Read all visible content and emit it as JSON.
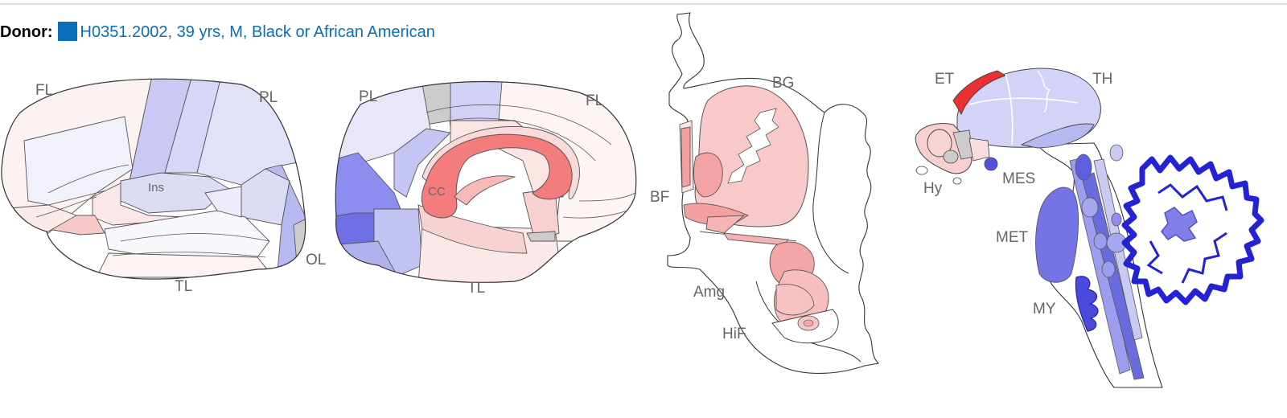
{
  "donor": {
    "label": "Donor:",
    "swatch_color": "#0a6fb8",
    "value": "H0351.2002, 39 yrs, M, Black or African American"
  },
  "views": {
    "lateral": {
      "labels": {
        "fl": "FL",
        "pl": "PL",
        "ins": "Ins",
        "ol": "OL",
        "tl": "TL"
      }
    },
    "medial": {
      "labels": {
        "pl": "PL",
        "fl": "FL",
        "cc": "CC",
        "tl": "TL"
      }
    },
    "coronal": {
      "labels": {
        "bg": "BG",
        "bf": "BF",
        "amg": "Amg",
        "hif": "HiF"
      }
    },
    "sagittal": {
      "labels": {
        "et": "ET",
        "th": "TH",
        "hy": "Hy",
        "mes": "MES",
        "met": "MET",
        "my": "MY"
      }
    }
  },
  "colors": {
    "strong_red": "#ea3030",
    "red": "#f07c7c",
    "light_red": "#f9c8c8",
    "pale_red": "#fdf1f1",
    "gray": "#cccccc",
    "pale_blue": "#eaeaf9",
    "light_blue": "#c9c9f4",
    "blue": "#9d9df0",
    "medium_blue": "#7474e6",
    "deep_blue": "#2b2bd8"
  }
}
